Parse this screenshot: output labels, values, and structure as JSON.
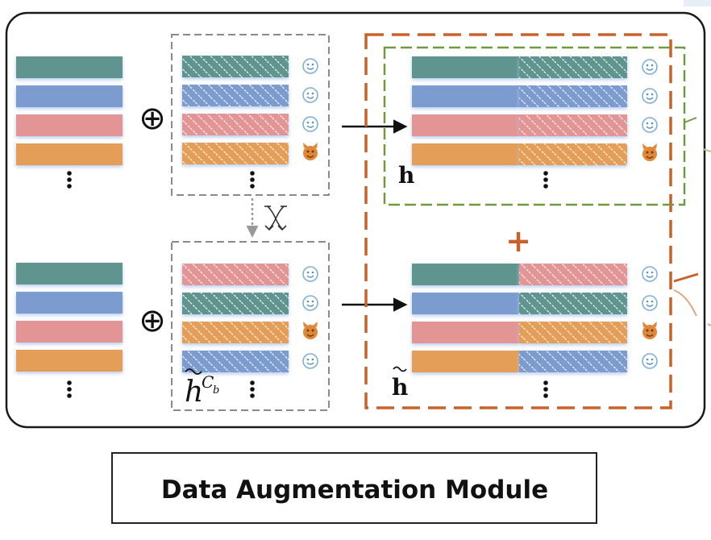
{
  "colors": {
    "teal": "#5e948f",
    "blue": "#7c9bcf",
    "pink": "#e39595",
    "orange": "#e49e58",
    "orange_border": "#c8612a",
    "green_border": "#6f9a40",
    "gray_dash": "#8a8a8a"
  },
  "labels": {
    "h": "h",
    "h_tilde": "h",
    "hcb_base": "h",
    "hcb_sup": "C",
    "hcb_sub": "b",
    "plus": "+",
    "oplus": "⊕"
  },
  "caption": "Data Augmentation Module",
  "groups": {
    "input_top": [
      "teal",
      "blue",
      "pink",
      "orange"
    ],
    "input_bottom": [
      "teal",
      "blue",
      "pink",
      "orange"
    ],
    "aug_top": [
      {
        "color": "teal",
        "icon": "smiley-icon"
      },
      {
        "color": "blue",
        "icon": "smiley-icon"
      },
      {
        "color": "pink",
        "icon": "smiley-icon"
      },
      {
        "color": "orange",
        "icon": "devil-icon"
      }
    ],
    "aug_bottom": [
      {
        "color": "pink",
        "icon": "smiley-icon"
      },
      {
        "color": "teal",
        "icon": "smiley-icon"
      },
      {
        "color": "orange",
        "icon": "devil-icon"
      },
      {
        "color": "blue",
        "icon": "smiley-icon"
      }
    ],
    "out_top": [
      {
        "left": "teal",
        "right": "teal",
        "icon": "smiley-icon"
      },
      {
        "left": "blue",
        "right": "blue",
        "icon": "smiley-icon"
      },
      {
        "left": "pink",
        "right": "pink",
        "icon": "smiley-icon"
      },
      {
        "left": "orange",
        "right": "orange",
        "icon": "devil-icon"
      }
    ],
    "out_bottom": [
      {
        "left": "teal",
        "right": "pink",
        "icon": "smiley-icon"
      },
      {
        "left": "blue",
        "right": "teal",
        "icon": "smiley-icon"
      },
      {
        "left": "pink",
        "right": "orange",
        "icon": "devil-icon"
      },
      {
        "left": "orange",
        "right": "blue",
        "icon": "smiley-icon"
      }
    ]
  }
}
